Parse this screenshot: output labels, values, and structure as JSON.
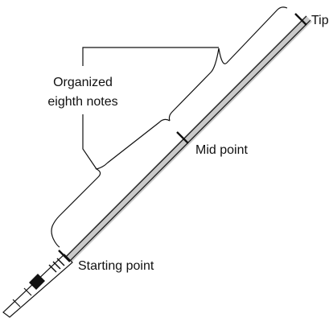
{
  "labels": {
    "tip": "Tip",
    "mid_point": "Mid point",
    "starting_point": "Starting point",
    "organized_line1": "Organized",
    "organized_line2": "eighth notes"
  }
}
